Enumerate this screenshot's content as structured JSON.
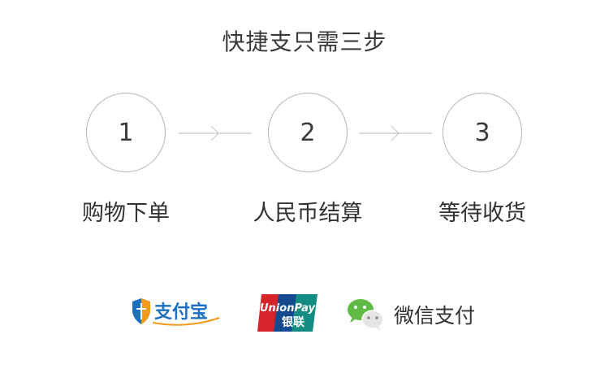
{
  "title": "快捷支只需三步",
  "steps": [
    {
      "number": "1",
      "label": "购物下单"
    },
    {
      "number": "2",
      "label": "人民币结算"
    },
    {
      "number": "3",
      "label": "等待收货"
    }
  ],
  "payments": {
    "alipay_text": "支付宝",
    "unionpay_text_top": "UnionPay",
    "unionpay_text_bottom": "银联",
    "wechat_label": "微信支付"
  },
  "colors": {
    "circle_border": "#b5b5b5",
    "arrow": "#c8c8c8",
    "alipay_blue": "#1d6fc0",
    "alipay_orange": "#f39a1b",
    "unionpay_red": "#d7242a",
    "unionpay_blue": "#134a8f",
    "unionpay_green": "#138c84",
    "wechat_green": "#5fba46"
  }
}
